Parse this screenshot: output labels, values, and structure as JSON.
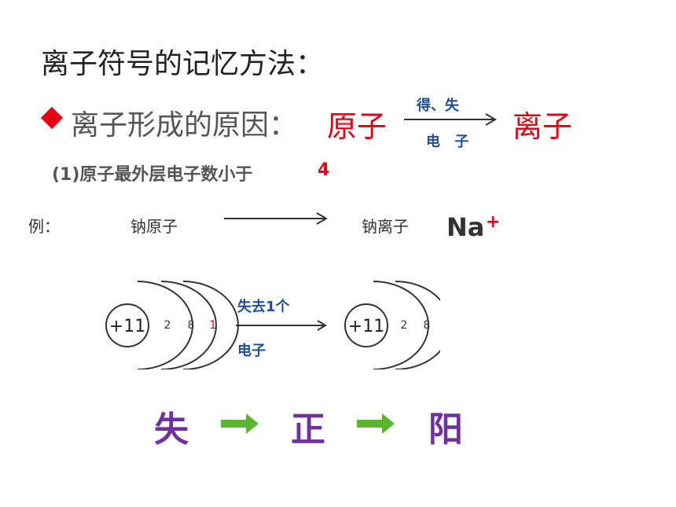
{
  "title": "离子符号的记忆方法：",
  "cause": {
    "label": "离子形成的原因：",
    "atom": "原子",
    "ion": "离子",
    "arrow_top": "得、失",
    "arrow_bottom": "电 子"
  },
  "subheading": {
    "text": "(1)原子最外层电子数小于",
    "number": "4"
  },
  "example": {
    "label": "例：",
    "sodium_atom": "钠原子",
    "sodium_ion": "钠离子",
    "symbol": "Na",
    "charge": "+"
  },
  "diagram": {
    "atom_nucleus": "+11",
    "atom_shells": [
      "2",
      "8",
      "1"
    ],
    "process_top": "失去1个",
    "process_bottom": "电子",
    "ion_nucleus": "+11",
    "ion_shells": [
      "2",
      "8"
    ]
  },
  "mnemonic": [
    "失",
    "正",
    "阳"
  ],
  "colors": {
    "red": "#e60012",
    "blue": "#1f4e9a",
    "purple": "#7030a0",
    "green": "#5cb531"
  }
}
